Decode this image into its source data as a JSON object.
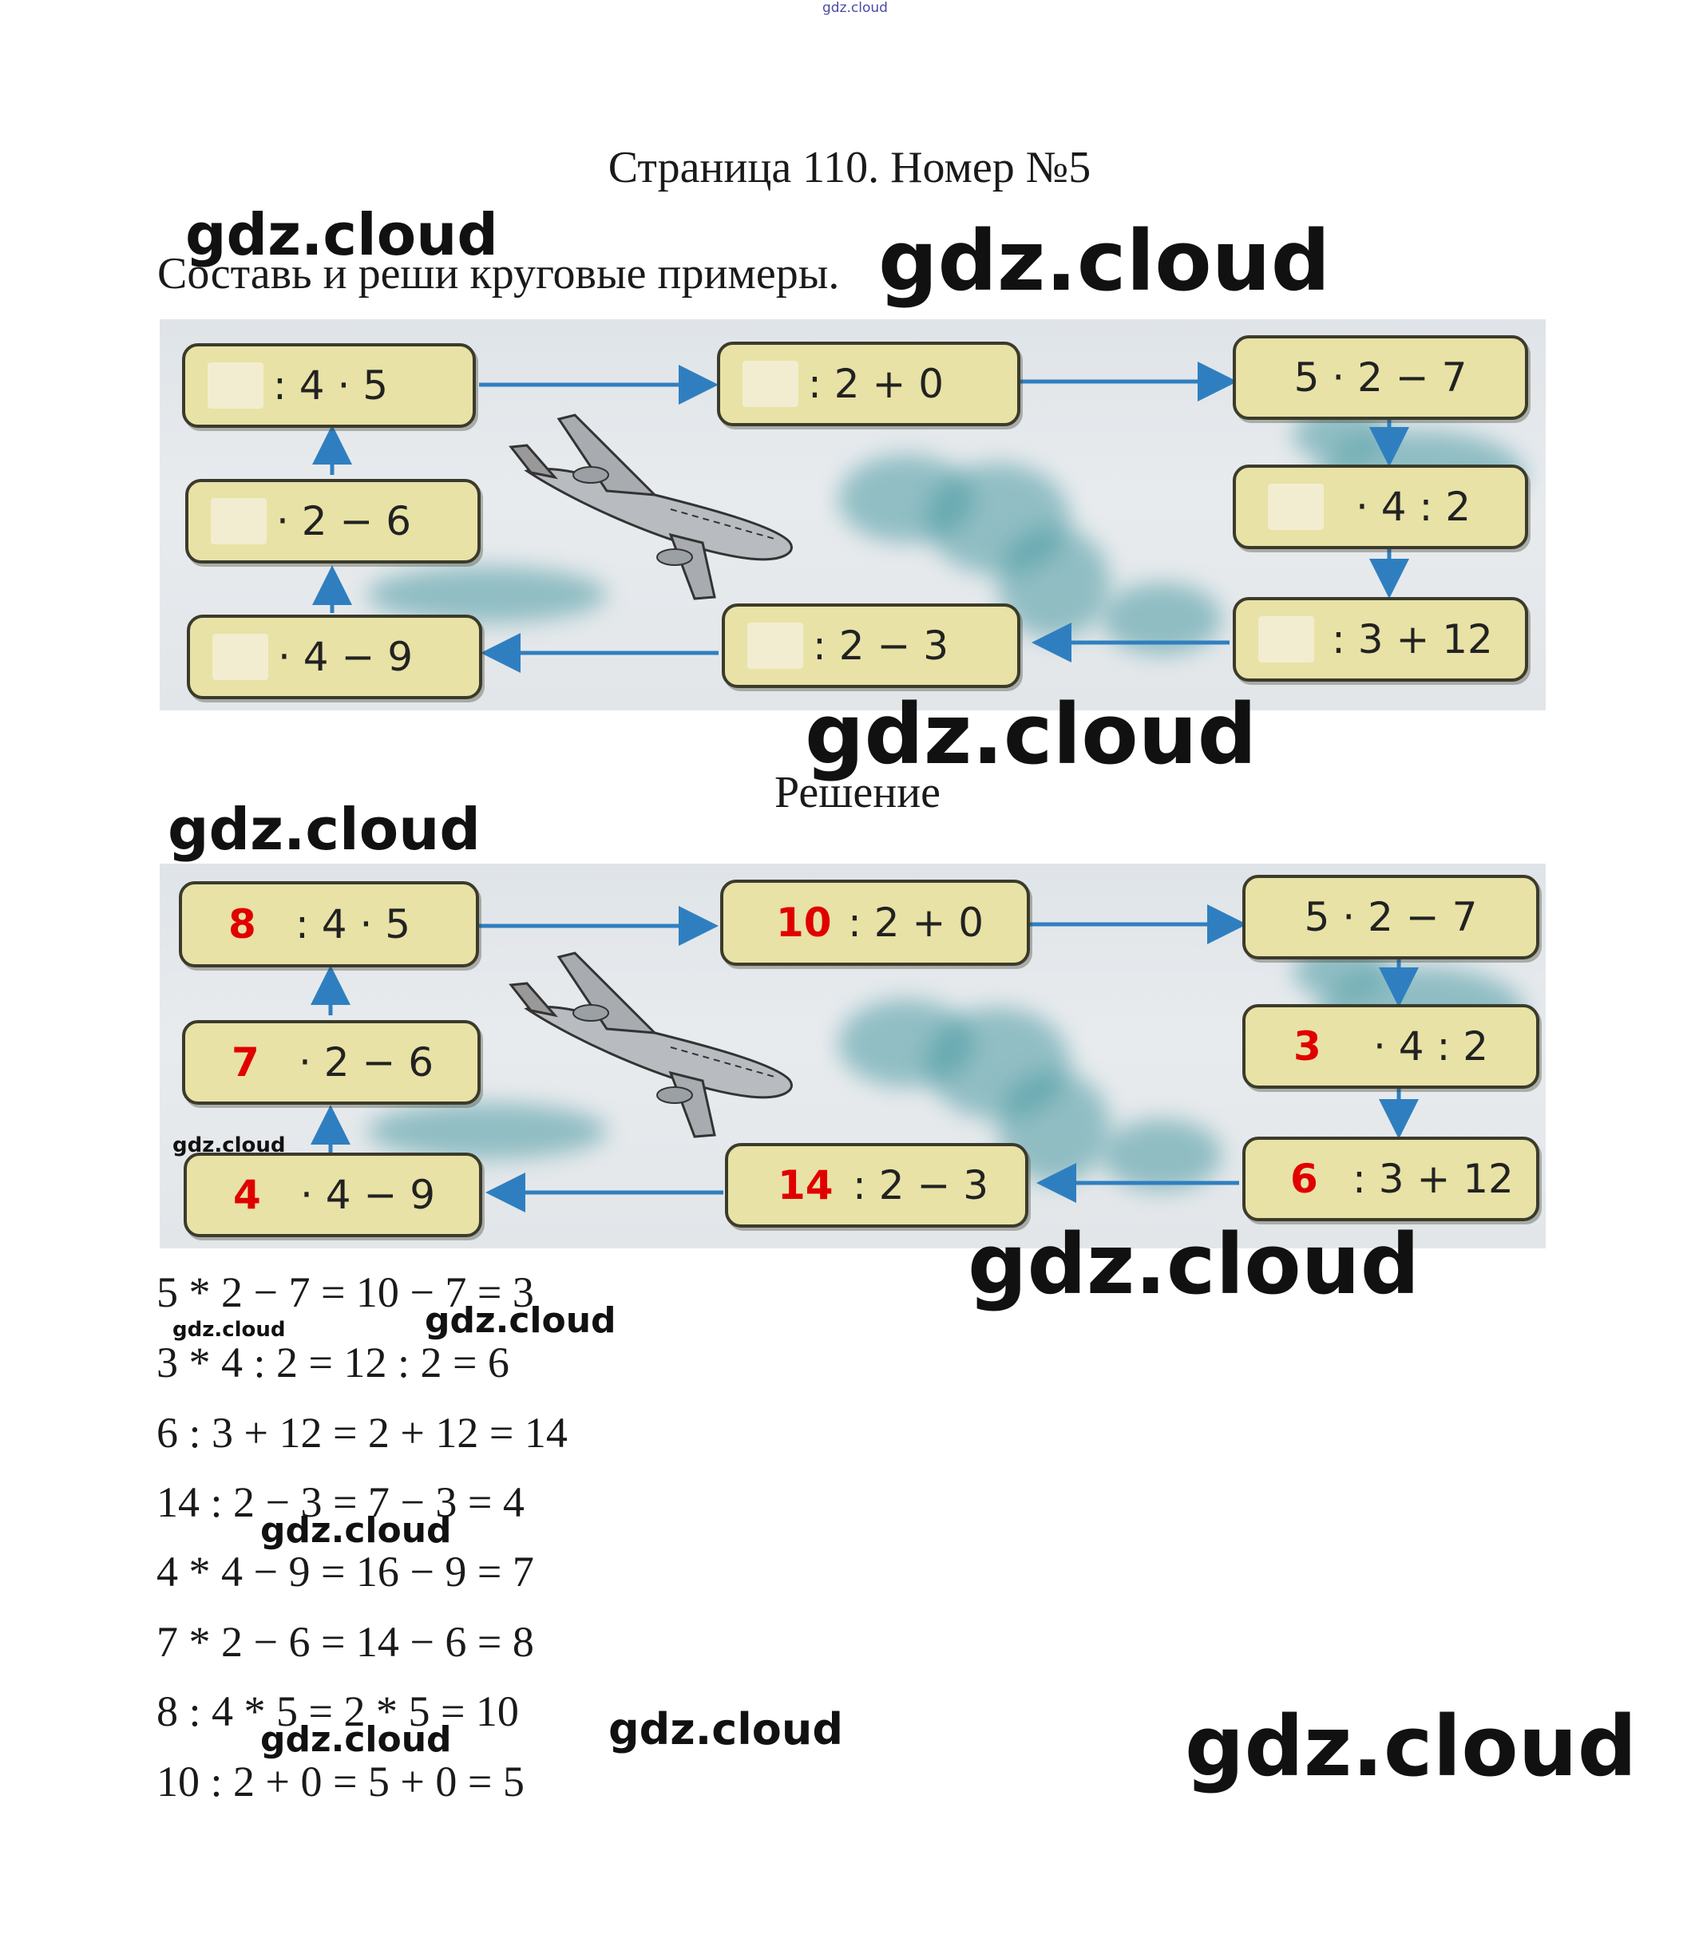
{
  "watermark": "gdz.cloud",
  "header": {
    "title": "Страница 110. Номер №5"
  },
  "task": {
    "text": "Составь и реши круговые примеры."
  },
  "solution": {
    "label": "Решение"
  },
  "puzzle": {
    "boxes": [
      {
        "id": "b1",
        "expr": ": 4 · 5",
        "answer": "8"
      },
      {
        "id": "b2",
        "expr": ": 2 + 0",
        "answer": "10"
      },
      {
        "id": "b3",
        "expr": "5 · 2 − 7",
        "answer": ""
      },
      {
        "id": "b4",
        "expr": "· 4 : 2",
        "answer": "3"
      },
      {
        "id": "b5",
        "expr": ": 3 + 12",
        "answer": "6"
      },
      {
        "id": "b6",
        "expr": ": 2 − 3",
        "answer": "14"
      },
      {
        "id": "b7",
        "expr": "· 4 − 9",
        "answer": "4"
      },
      {
        "id": "b8",
        "expr": "· 2 − 6",
        "answer": "7"
      }
    ],
    "accent_color": "#e00000",
    "box_color": "#e8e2a6",
    "arrow_color": "#2f7fc0"
  },
  "equations": [
    "5 * 2 − 7 = 10 − 7 = 3",
    "3 * 4 : 2 = 12 : 2 = 6",
    "6 : 3 + 12 = 2 + 12 = 14",
    "14 : 2 − 3 = 7 − 3 = 4",
    "4 * 4 − 9 = 16 − 9 = 7",
    "7 * 2 − 6 = 14 − 6 = 8",
    "8 : 4 * 5 = 2 * 5 = 10",
    "10 : 2 + 0 = 5 + 0 = 5"
  ]
}
